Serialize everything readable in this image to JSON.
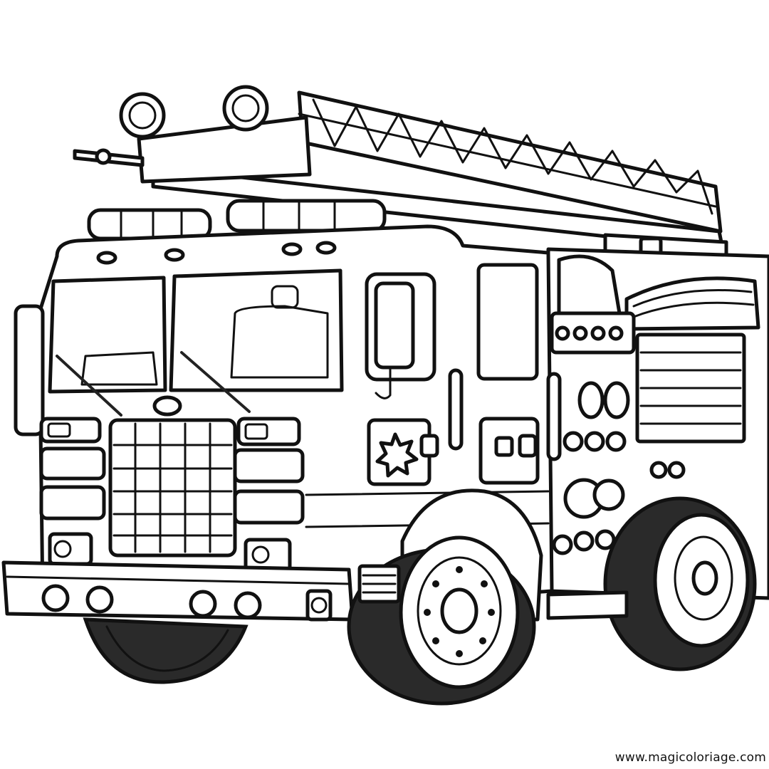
{
  "image": {
    "subject": "fire-truck-coloring-page",
    "style": "black-line-art-on-white",
    "colors": {
      "background": "#ffffff",
      "line": "#111111"
    }
  },
  "watermark": {
    "text": "www.magicoloriage.com"
  }
}
